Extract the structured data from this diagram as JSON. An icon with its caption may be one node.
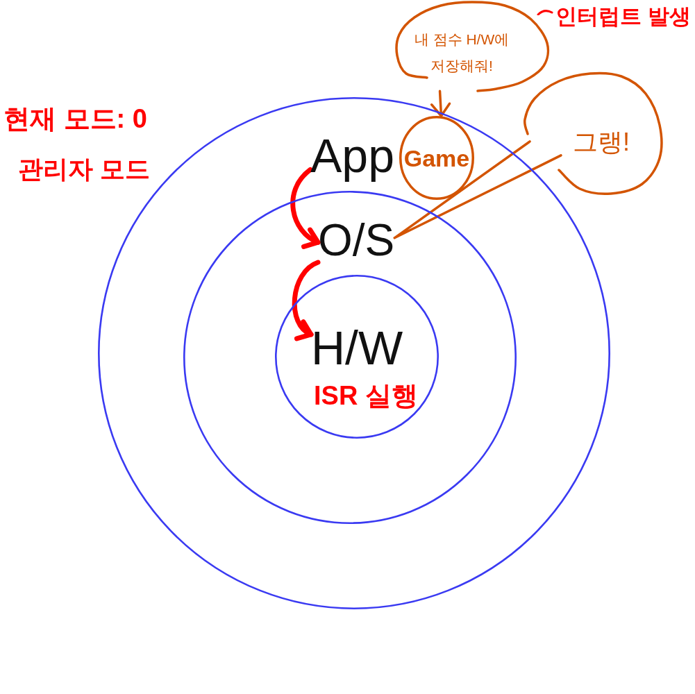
{
  "diagram": {
    "nodes": [
      {
        "text": [],
        "shape": "circle"
      },
      {
        "text": [],
        "shape": "circle",
        "in": 0
      },
      {
        "text": [],
        "shape": "circle",
        "in": 1
      },
      {
        "text": [
          "App"
        ],
        "in": 0
      },
      {
        "text": [
          "O/S"
        ],
        "in": 1
      },
      {
        "text": [
          "H/W"
        ],
        "in": 2
      },
      {
        "text": [
          "Game"
        ],
        "in": 0
      },
      {
        "text": [
          "내 점수 H/W에 저장해줘!"
        ]
      },
      {
        "text": [
          "그랭!"
        ]
      }
    ],
    "edges": [
      {
        "from": 3,
        "to": 4,
        "arrow": "to",
        "style": "thick",
        "color": "#ff0000"
      },
      {
        "from": 4,
        "to": 5,
        "arrow": "to",
        "style": "thick",
        "color": "#ff0000"
      },
      {
        "from": 7,
        "to": 6,
        "arrow": "to",
        "color": "#d35400"
      },
      {
        "from": 8,
        "to": 4,
        "arrow": "none",
        "color": "#d35400"
      }
    ],
    "labels": [
      "인터럽트 발생",
      "현재 모드: 0",
      "관리자 모드",
      "ISR 실행"
    ]
  }
}
